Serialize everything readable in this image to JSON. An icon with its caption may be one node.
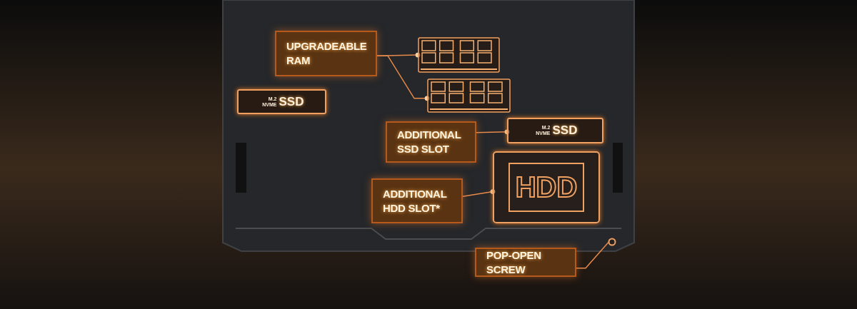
{
  "diagram": {
    "nodes": [
      {
        "text": [
          "UPGRADEABLE RAM"
        ]
      },
      {
        "text": [],
        "shape": "picture"
      },
      {
        "text": [],
        "shape": "picture"
      },
      {
        "text": [
          "M.2 NVME",
          "SSD"
        ]
      },
      {
        "text": [
          "ADDITIONAL SSD SLOT"
        ]
      },
      {
        "text": [
          "M.2 NVME",
          "SSD"
        ]
      },
      {
        "text": [
          "ADDITIONAL HDD SLOT*"
        ]
      },
      {
        "text": [
          "HDD"
        ]
      },
      {
        "text": [],
        "shape": "circle"
      },
      {
        "text": [
          "POP-OPEN SCREW"
        ]
      }
    ],
    "edges": [
      {
        "from": 0,
        "to": 1,
        "arrow": "other"
      },
      {
        "from": 0,
        "to": 2,
        "arrow": "other"
      },
      {
        "from": 4,
        "to": 5,
        "arrow": "other"
      },
      {
        "from": 6,
        "to": 7,
        "arrow": "other"
      },
      {
        "from": 9,
        "to": 8,
        "arrow": "none"
      }
    ]
  }
}
